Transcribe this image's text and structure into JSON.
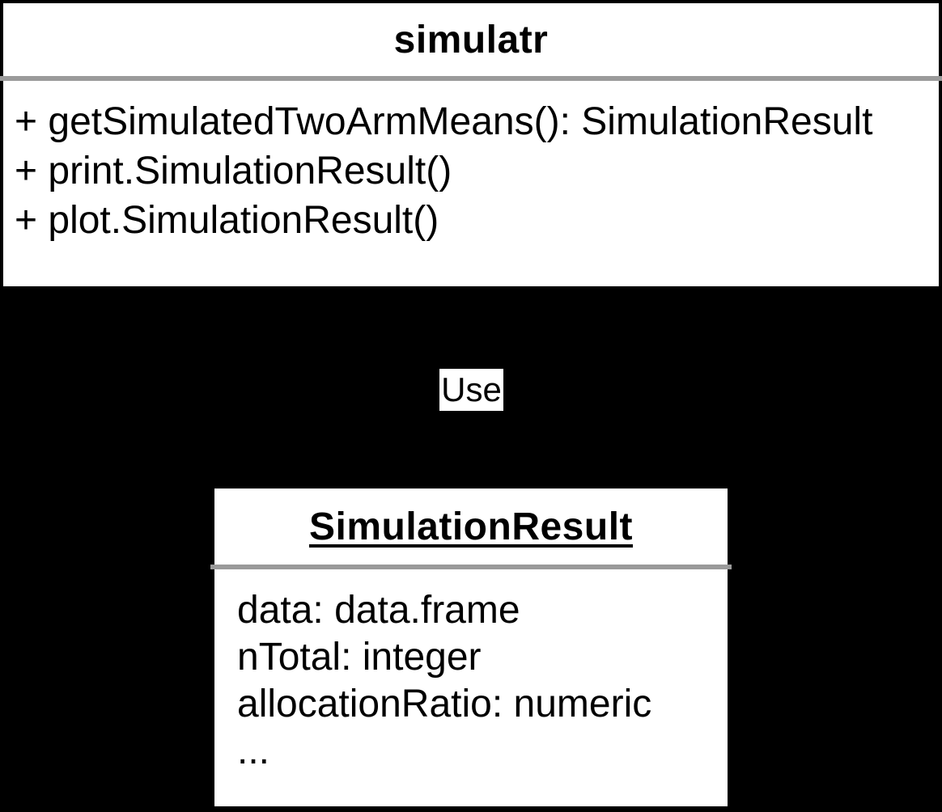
{
  "palette": {
    "background": "#000000",
    "box_background": "#ffffff",
    "text": "#000000",
    "divider": "#9a9a9a"
  },
  "classes": [
    {
      "name": "simulatr",
      "underlined": false,
      "members": [
        "+ getSimulatedTwoArmMeans(): SimulationResult",
        "+ print.SimulationResult()",
        "+ plot.SimulationResult()"
      ]
    },
    {
      "name": "SimulationResult",
      "underlined": true,
      "members": [
        "data: data.frame",
        "nTotal: integer",
        "allocationRatio: numeric",
        "..."
      ]
    }
  ],
  "relationship": {
    "label": "Use"
  }
}
